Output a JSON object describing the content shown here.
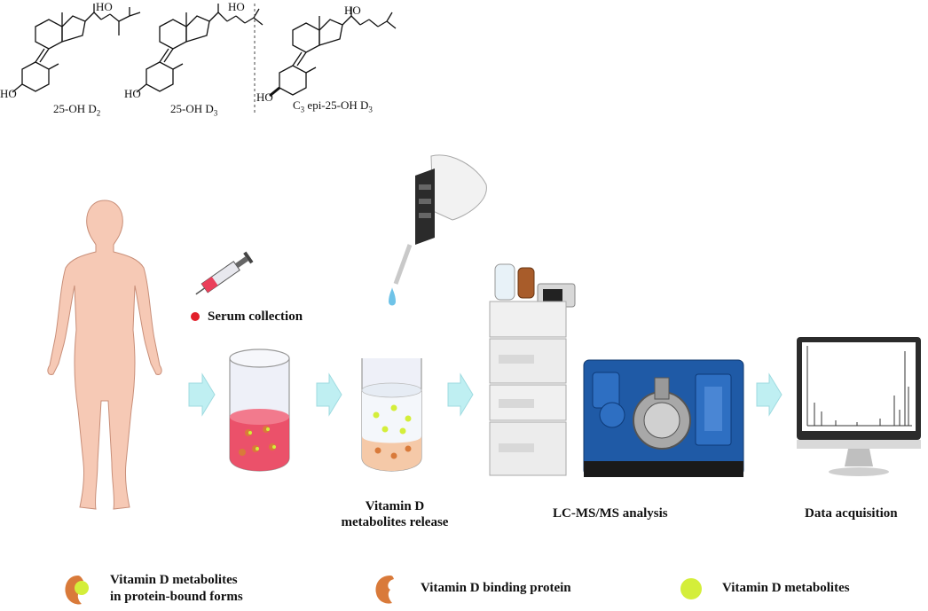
{
  "molecules": [
    {
      "prefix": "25-OH D",
      "sub": "2",
      "suffix": ""
    },
    {
      "prefix": "25-OH D",
      "sub": "3",
      "suffix": ""
    },
    {
      "prefix": "C",
      "sub": "3",
      "suffix": " epi-25-OH D",
      "sub2": "3"
    }
  ],
  "atom_label_ho": "HO",
  "steps": {
    "serum": "Serum collection",
    "release_line1": "Vitamin D",
    "release_line2": "metabolites release",
    "lcms": "LC-MS/MS analysis",
    "data": "Data acquisition"
  },
  "legend": {
    "bound_line1": "Vitamin D metabolites",
    "bound_line2": "in protein-bound forms",
    "binding_protein": "Vitamin D binding protein",
    "metabolites": "Vitamin D metabolites"
  },
  "colors": {
    "skin": "#f6c9b5",
    "protein": "#d97a3a",
    "metabolite": "#d4ee3a",
    "serum_red": "#ea3f5a",
    "arrow_fill": "#bfeff2",
    "instrument_blue": "#1f5aa6",
    "drop_blue": "#6fc3e8"
  }
}
